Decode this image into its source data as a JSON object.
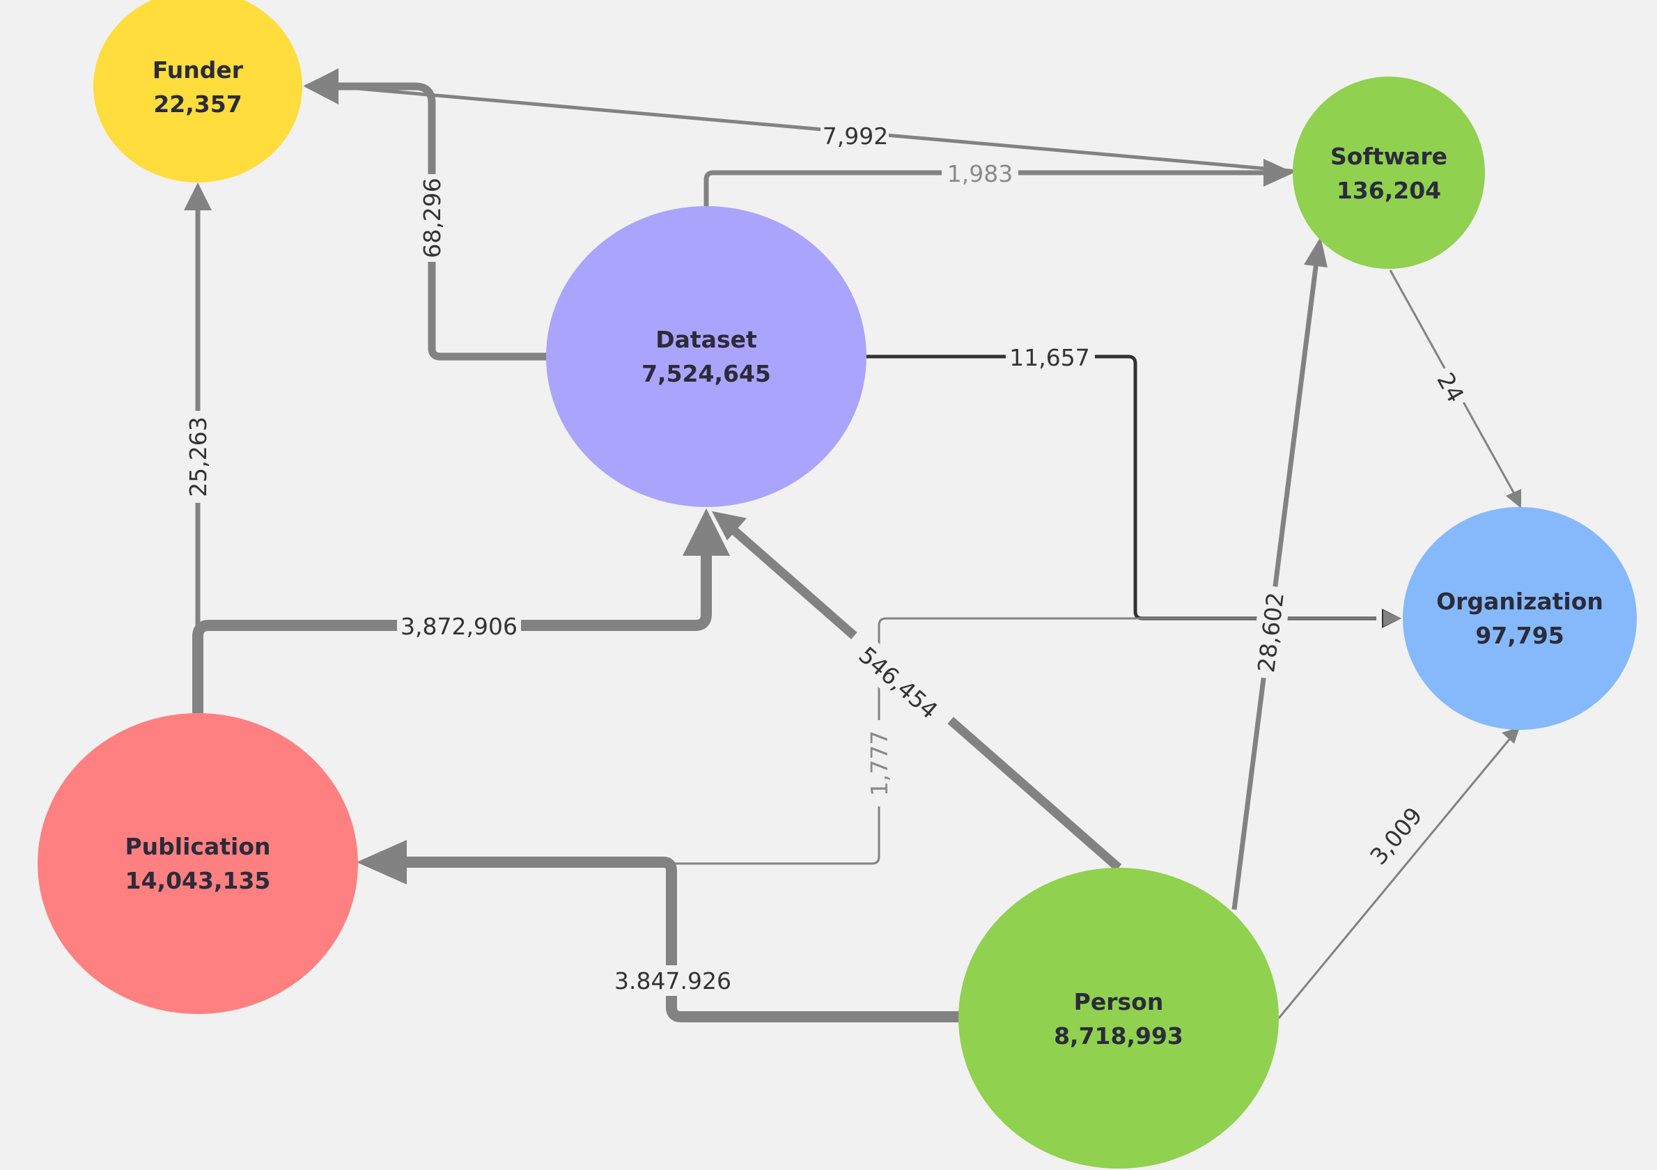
{
  "colors": {
    "background": "#f2f1f1",
    "edge": "#828282",
    "edge_dark": "#333333",
    "funder": "#ffdd3c",
    "software": "#90d150",
    "dataset": "#aba4fc",
    "organization": "#86b9fc",
    "publication": "#ff8080",
    "person": "#90d150"
  },
  "nodes": {
    "funder": {
      "name": "Funder",
      "count": "22,357"
    },
    "software": {
      "name": "Software",
      "count": "136,204"
    },
    "dataset": {
      "name": "Dataset",
      "count": "7,524,645"
    },
    "organization": {
      "name": "Organization",
      "count": "97,795"
    },
    "publication": {
      "name": "Publication",
      "count": "14,043,135"
    },
    "person": {
      "name": "Person",
      "count": "8,718,993"
    }
  },
  "edges": {
    "software_funder": "7,992",
    "dataset_software": "1,983",
    "dataset_funder": "68,296",
    "dataset_organization": "11,657",
    "software_organization": "24",
    "publication_funder": "25,263",
    "publication_dataset": "3,872,906",
    "person_dataset": "546,454",
    "person_software": "28,602",
    "publication_organization": "1,777",
    "person_organization": "3,009",
    "person_publication": "3.847.926"
  }
}
